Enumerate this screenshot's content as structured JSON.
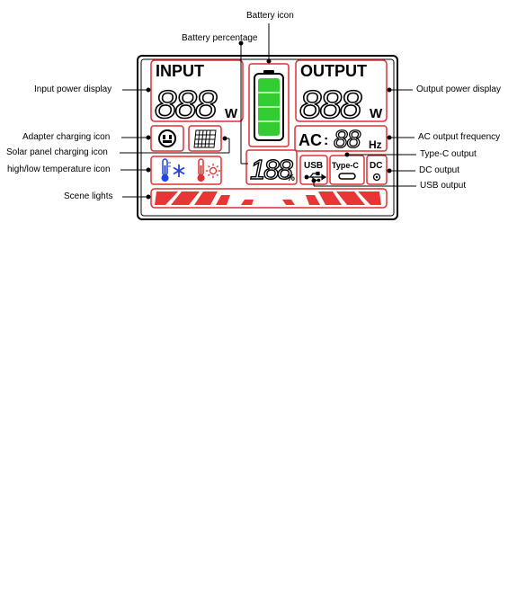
{
  "callouts": {
    "battery_icon": "Battery icon",
    "battery_percentage": "Battery percentage",
    "input_power_display": "Input power display",
    "output_power_display": "Output power display",
    "adapter_charging_icon": "Adapter charging icon",
    "ac_output_frequency": "AC output frequency",
    "solar_panel_charging_icon": "Solar panel charging icon",
    "type_c_output": "Type-C output",
    "high_low_temperature_icon": "high/low temperature icon",
    "dc_output": "DC output",
    "usb_output": "USB output",
    "scene_lights": "Scene lights"
  },
  "lcd": {
    "input_label": "INPUT",
    "output_label": "OUTPUT",
    "input_digits": "888",
    "output_digits": "888",
    "power_unit": "W",
    "ac_label": "AC",
    "ac_digits": "88",
    "freq_unit": "Hz",
    "percent_digits": "188",
    "percent_unit": "%",
    "usb_label": "USB",
    "typec_label": "Type-C",
    "dc_label": "DC"
  },
  "colors": {
    "frame": "#000000",
    "lcd_border": "#e03030",
    "battery_fill": "#33cc33",
    "cold_icon": "#2244dd",
    "hot_icon": "#e03030",
    "scene_light": "#e83535"
  }
}
